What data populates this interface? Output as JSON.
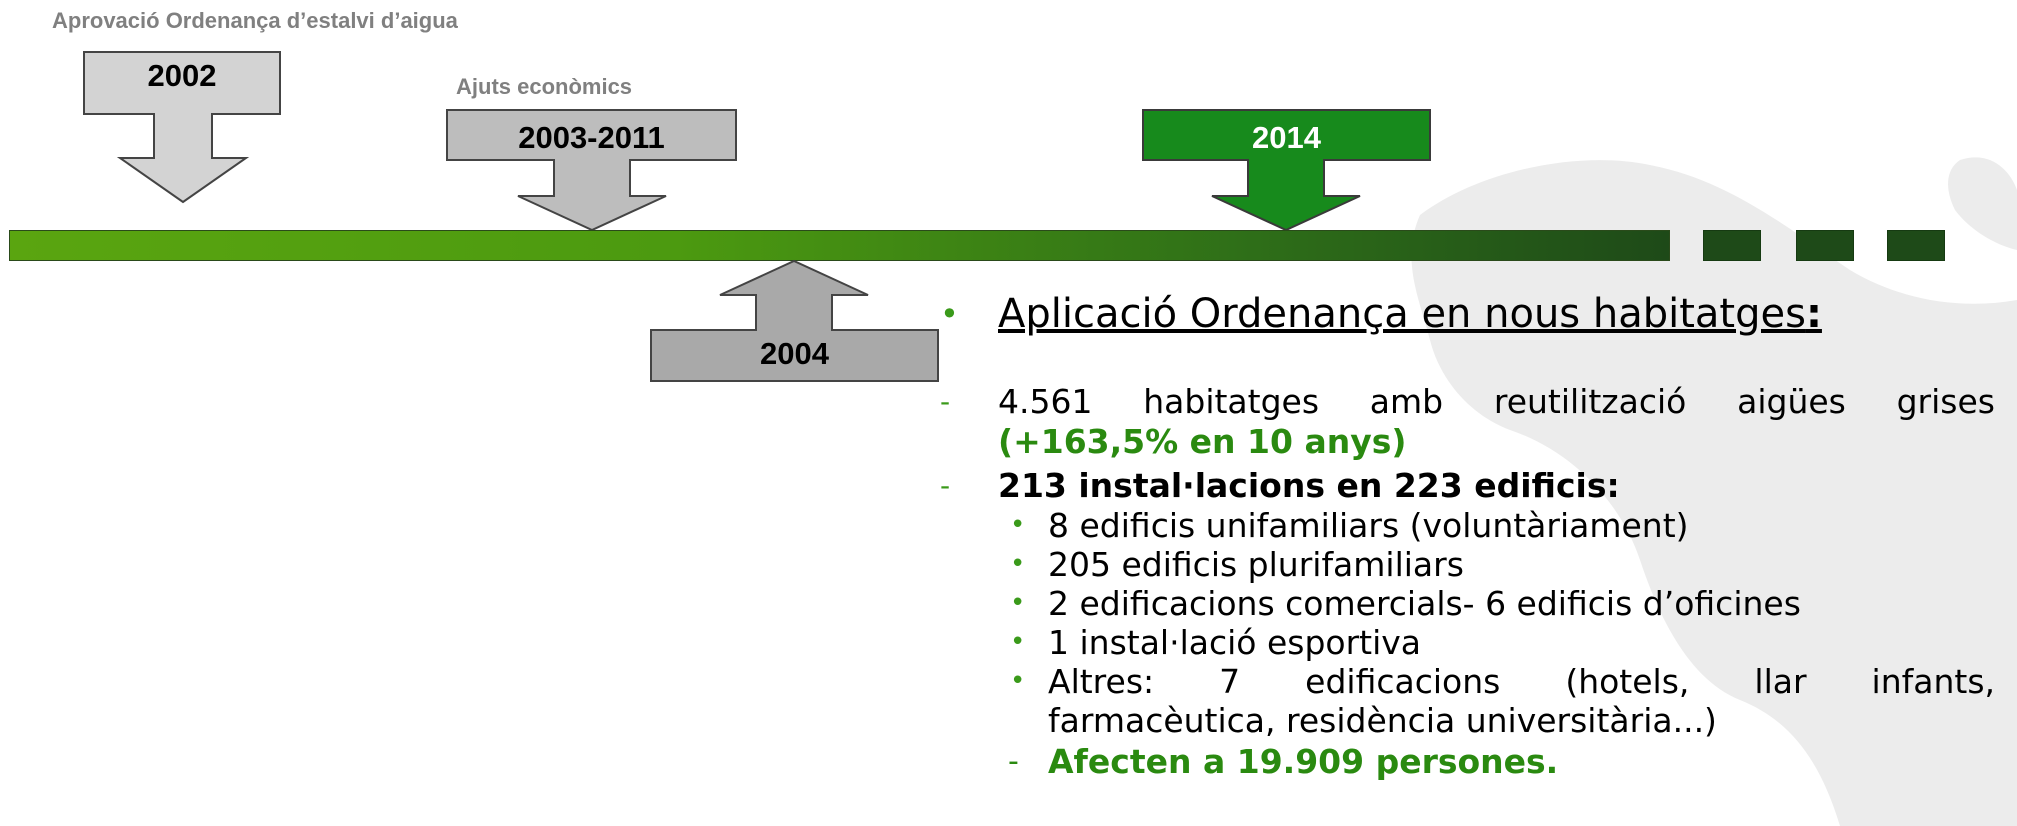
{
  "timeline": {
    "top_label": "Aprovació Ordenança d’estalvi d’aigua",
    "mid_label": "Ajuts econòmics",
    "milestones": [
      {
        "year": "2002"
      },
      {
        "year": "2003-2011"
      },
      {
        "year": "2014"
      },
      {
        "year": "2004"
      }
    ]
  },
  "content": {
    "heading": "Aplicació Ordenança en nous habitatges",
    "heading_colon": ":",
    "item1_text": "4.561 habitatges amb reutilització aigües grises",
    "item1_highlight": "(+163,5% en 10 anys)",
    "item2_text": "213 instal·lacions en 223 edificis:",
    "sub_items": [
      "8 edificis unifamiliars (voluntàriament)",
      "205 edificis  plurifamiliars",
      "2 edificacions comercials- 6 edificis d’oficines",
      "1 instal·lació esportiva",
      "Altres: 7 edificacions (hotels, llar infants,",
      "farmacèutica, residència universitària...)"
    ],
    "final_text": "Afecten  a 19.909 persones."
  },
  "colors": {
    "green_arrow": "#178a1c",
    "gray_light": "#d3d3d3",
    "gray_mid": "#bdbdbd",
    "gray_dark": "#a9a9a9",
    "accent_green": "#2a8a10",
    "bar_start": "#5aa510",
    "bar_end": "#1e4a18"
  }
}
